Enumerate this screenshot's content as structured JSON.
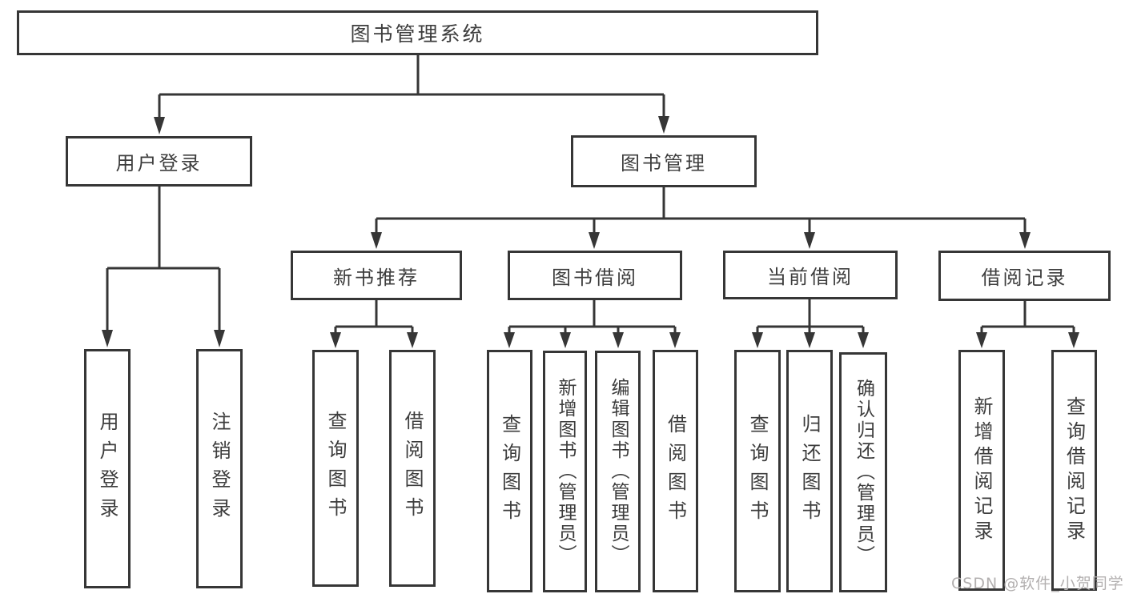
{
  "diagram": {
    "watermark": "CSDN @软件_小贺同学",
    "colors": {
      "line": "#363636",
      "border": "#363636",
      "text": "#3d3d3d",
      "background": "#ffffff",
      "watermark": "#b3b0b0"
    },
    "tree": {
      "label": "图书管理系统",
      "children": [
        {
          "label": "用户登录",
          "children": [
            {
              "label": "用户登录"
            },
            {
              "label": "注销登录"
            }
          ]
        },
        {
          "label": "图书管理",
          "children": [
            {
              "label": "新书推荐",
              "children": [
                {
                  "label": "查询图书"
                },
                {
                  "label": "借阅图书"
                }
              ]
            },
            {
              "label": "图书借阅",
              "children": [
                {
                  "label": "查询图书"
                },
                {
                  "label": "新增图书（管理员）"
                },
                {
                  "label": "编辑图书（管理员）"
                },
                {
                  "label": "借阅图书"
                }
              ]
            },
            {
              "label": "当前借阅",
              "children": [
                {
                  "label": "查询图书"
                },
                {
                  "label": "归还图书"
                },
                {
                  "label": "确认归还（管理员）"
                }
              ]
            },
            {
              "label": "借阅记录",
              "children": [
                {
                  "label": "新增借阅记录"
                },
                {
                  "label": "查询借阅记录"
                }
              ]
            }
          ]
        }
      ]
    }
  }
}
